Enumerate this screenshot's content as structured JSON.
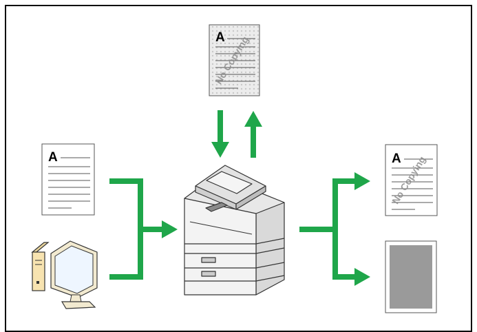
{
  "documents": {
    "top": {
      "letter": "A",
      "watermark": "No Copying"
    },
    "left": {
      "letter": "A"
    },
    "right": {
      "letter": "A",
      "watermark": "No Copying"
    }
  },
  "colors": {
    "arrow": "#1fa64a",
    "frame": "#000000",
    "paper": "#ffffff",
    "textured_paper": "#e6e6e6",
    "gray_sheet": "#9a9a9a",
    "printer_body": "#f3f3f3",
    "monitor_screen": "#eef6ff",
    "computer_tower": "#f7e3b0",
    "watermark": "#8c8c8c"
  },
  "icons": [
    "document-icon",
    "secured-document-icon",
    "computer-icon",
    "multifunction-printer-icon",
    "blank-gray-sheet-icon"
  ]
}
